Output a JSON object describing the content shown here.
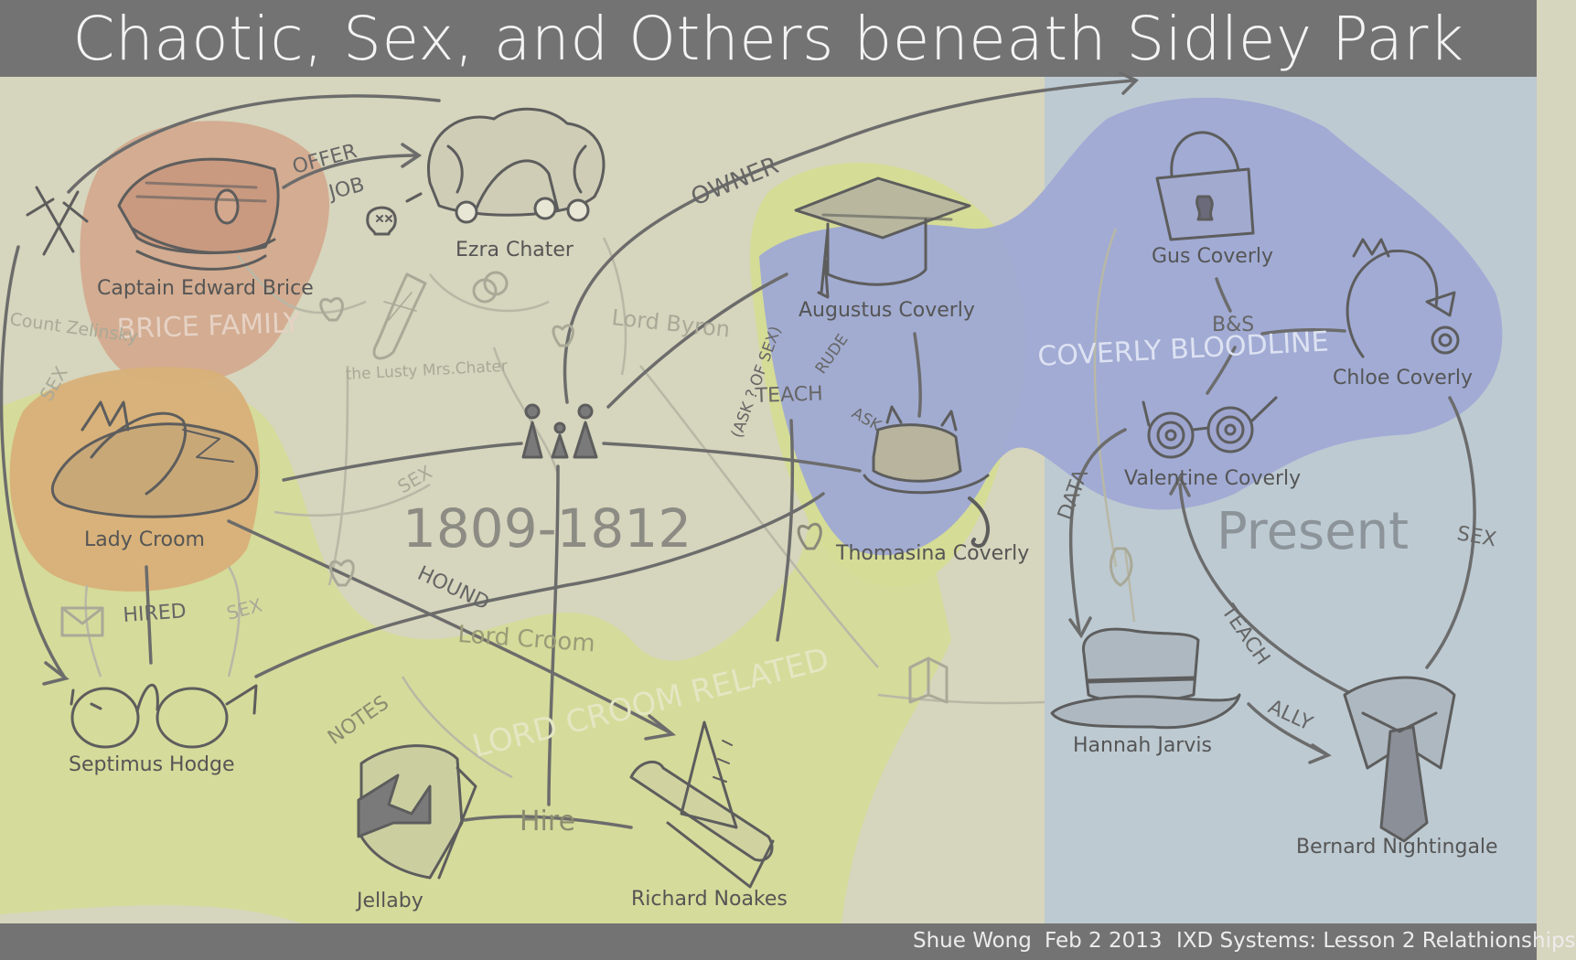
{
  "title": "Chaotic, Sex, and Others beneath Sidley Park",
  "footer": {
    "author": "Shue Wong",
    "date": "Feb 2 2013",
    "course": "IXD Systems: Lesson 2 Relathionships"
  },
  "eras": {
    "past": "1809-1812",
    "present": "Present"
  },
  "groups": {
    "brice": "BRICE FAMILY",
    "coverly": "COVERLY BLOODLINE",
    "croom": "LORD CROOM RELATED"
  },
  "characters": {
    "captain_brice": "Captain Edward Brice",
    "ezra_chater": "Ezra Chater",
    "mrs_chater": "the Lusty Mrs.Chater",
    "lord_byron": "Lord Byron",
    "count_zelinsky": "Count Zelinsky",
    "augustus": "Augustus Coverly",
    "thomasina": "Thomasina Coverly",
    "lady_croom": "Lady Croom",
    "lord_croom": "Lord Croom",
    "septimus": "Septimus Hodge",
    "jellaby": "Jellaby",
    "noakes": "Richard Noakes",
    "gus": "Gus Coverly",
    "chloe": "Chloe Coverly",
    "valentine": "Valentine Coverly",
    "hannah": "Hannah Jarvis",
    "bernard": "Bernard Nightingale"
  },
  "relations": {
    "offer": "OFFER",
    "job": "JOB",
    "owner": "OWNER",
    "teach": "TEACH",
    "ask_sex": "(ASK ? OF SEX)",
    "rude": "RUDE",
    "ask": "ASK",
    "sex": "SEX",
    "hired": "HIRED",
    "hound": "HOUND",
    "notes": "NOTES",
    "hire": "Hire",
    "bs": "B&S",
    "data": "DATA",
    "ally": "ALLY"
  },
  "icons": [
    "swords-icon",
    "captain-hat-icon",
    "jester-hat-icon",
    "skull-icon",
    "rings-icon",
    "stocking-icon",
    "heart-icon",
    "family-icon",
    "mortarboard-icon",
    "cake-hat-icon",
    "feathered-hat-icon",
    "spectacles-icon",
    "bowtie-icon",
    "drafting-tools-icon",
    "padlock-icon",
    "tiara-icon",
    "spiral-glasses-icon",
    "fedora-icon",
    "collar-tie-icon",
    "envelope-icon",
    "book-icon",
    "leaf-icon"
  ],
  "colors": {
    "background_past": "#d6d5bd",
    "background_present": "#bdcad2",
    "bar": "#737373",
    "brice_region": "#d3a88d",
    "coverly_region": "#9fa9d4",
    "croom_region": "#d5dc96",
    "lady_croom_region": "#d8b078",
    "ink": "#595959"
  }
}
